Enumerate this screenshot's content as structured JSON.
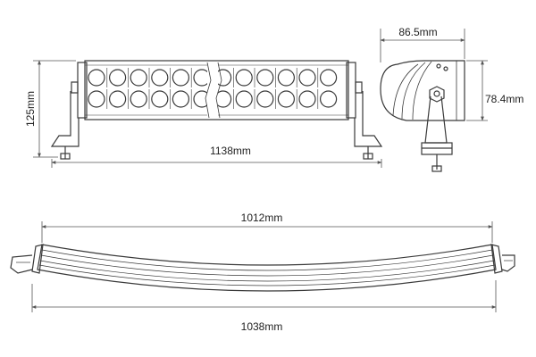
{
  "dimensions": {
    "top_height": "125mm",
    "top_width": "1138mm",
    "side_width": "86.5mm",
    "side_height": "78.4mm",
    "curve_chord": "1012mm",
    "curve_total": "1038mm"
  },
  "colors": {
    "line": "#3a3a3a",
    "dim": "#555555",
    "background": "#ffffff"
  },
  "leds": {
    "rows": 2,
    "per_row": 12
  }
}
